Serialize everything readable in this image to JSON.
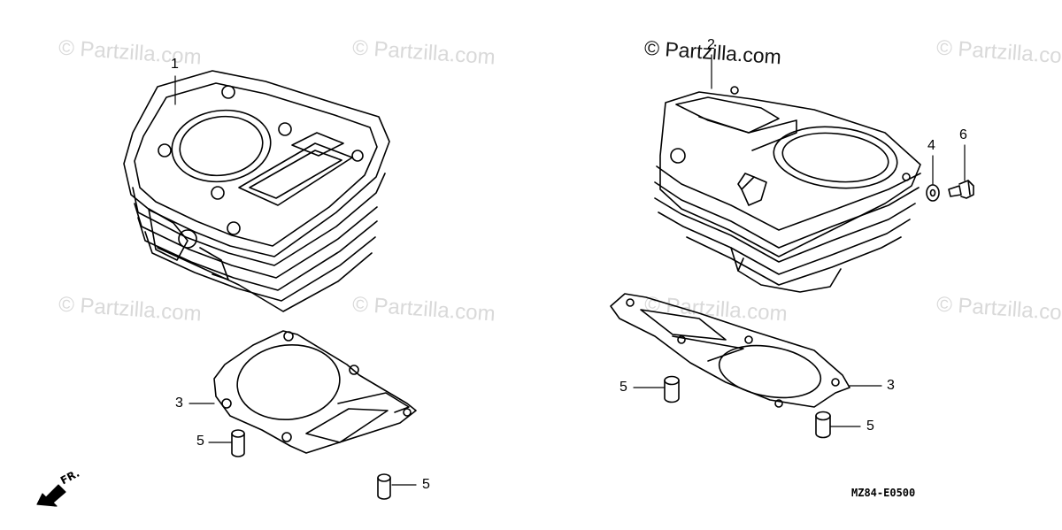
{
  "watermark": {
    "text": "© Partzilla.com",
    "highlight_text": "© Partzilla.com"
  },
  "callouts": {
    "c1": "1",
    "c2": "2",
    "c3_left": "3",
    "c3_right": "3",
    "c4": "4",
    "c5_left_a": "5",
    "c5_left_b": "5",
    "c5_right_a": "5",
    "c5_right_b": "5",
    "c6": "6"
  },
  "diagram_code": "MZ84-E0500",
  "front_label": "FR.",
  "colors": {
    "line": "#000000",
    "watermark": "#d9d9d9",
    "background": "#ffffff"
  }
}
